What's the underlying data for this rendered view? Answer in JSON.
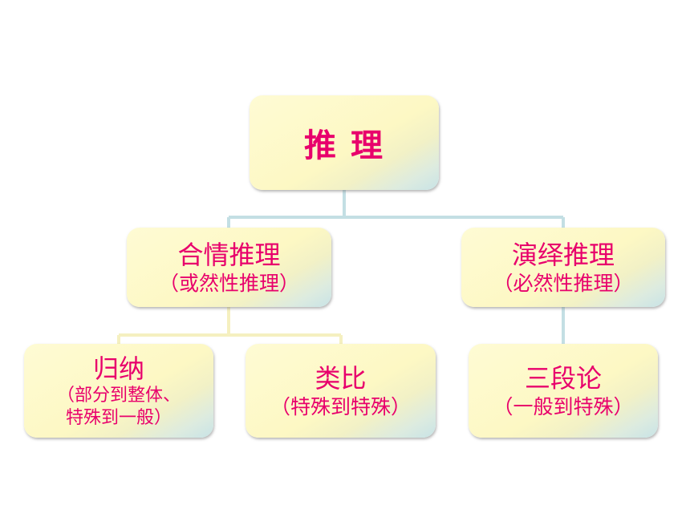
{
  "root": {
    "label": "推 理"
  },
  "plausible": {
    "label": "合情推理",
    "sub": "（或然性推理）"
  },
  "deductive": {
    "label": "演绎推理",
    "sub": "（必然性推理）"
  },
  "induction": {
    "label": "归纳",
    "sub_line1": "（部分到整体、",
    "sub_line2": "特殊到一般）"
  },
  "analogy": {
    "label": "类比",
    "sub": "（特殊到特殊）"
  },
  "syllogism": {
    "label": "三段论",
    "sub": "（一般到特殊）"
  },
  "colors": {
    "text": "#e8006c",
    "connector_blue": "#c3dfe4",
    "connector_yellow": "#f5f0c0"
  }
}
